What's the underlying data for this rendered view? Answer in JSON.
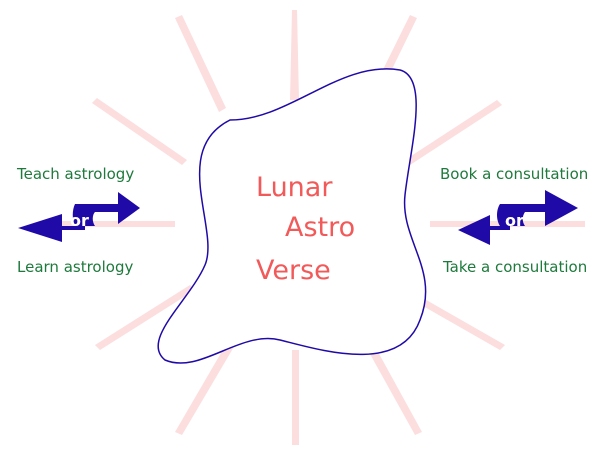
{
  "brand": {
    "line1": "Lunar",
    "line2": "Astro",
    "line3": "Verse",
    "color": "#f25a5a"
  },
  "left_choice": {
    "top": "Teach astrology",
    "connector": "or",
    "bottom": "Learn astrology"
  },
  "right_choice": {
    "top": "Book a consultation",
    "connector": "or",
    "bottom": "Take a consultation"
  },
  "colors": {
    "label": "#1e7a3c",
    "arrow": "#1f0aa8",
    "rays": "#fcdede",
    "outline": "#1f0aa8"
  },
  "icons": {
    "left": "double-arrow-icon",
    "right": "double-arrow-icon"
  }
}
